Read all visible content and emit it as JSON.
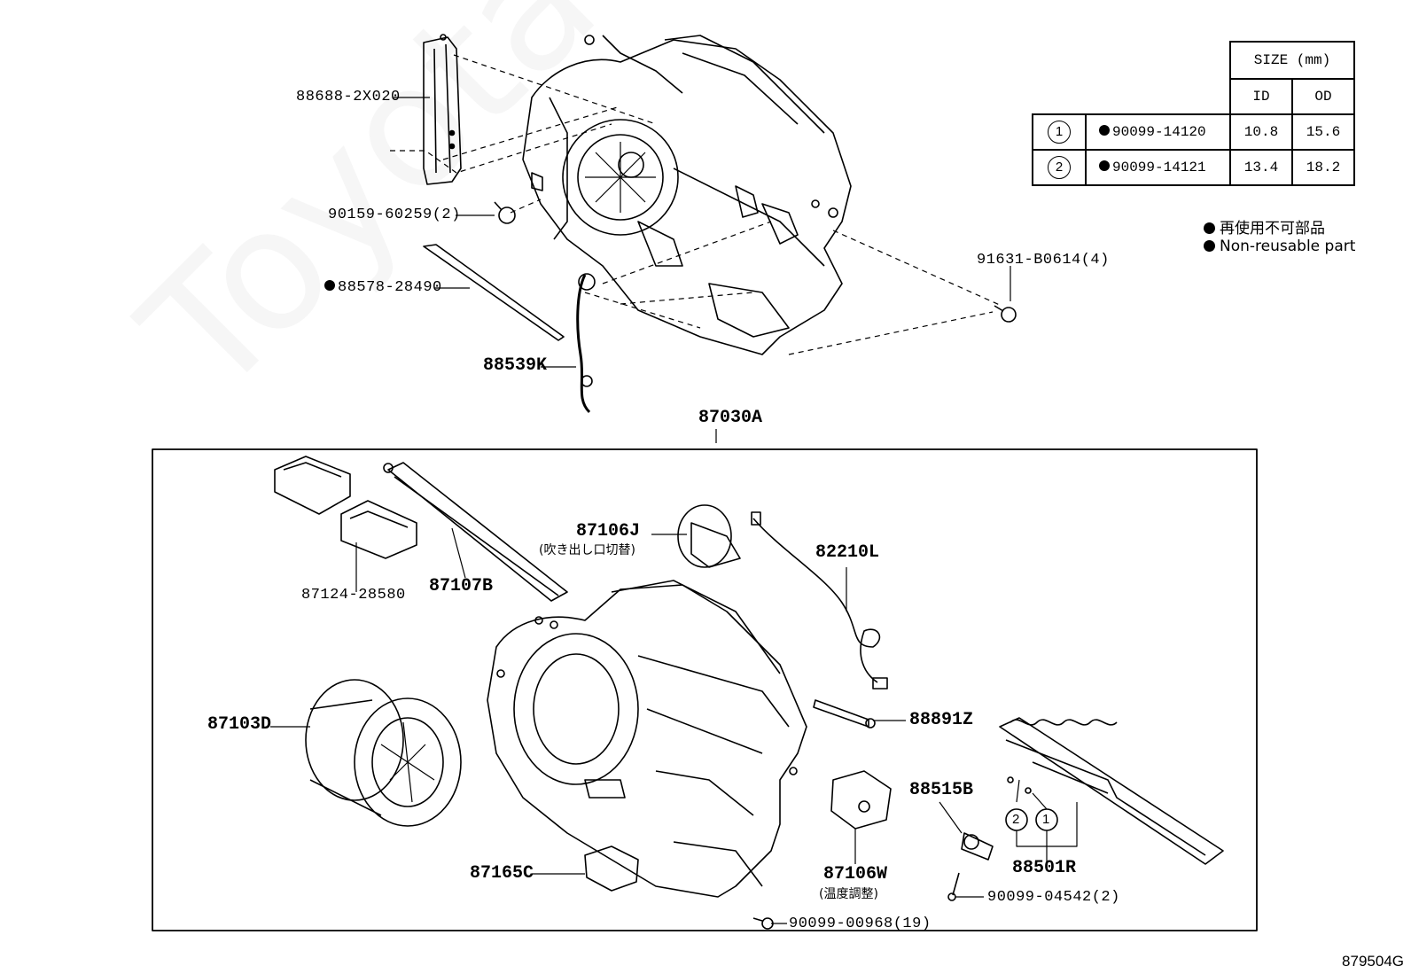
{
  "watermark": "ToyotaCarMine",
  "diagram_ref": "879504G",
  "size_table": {
    "header": "SIZE (mm)",
    "col_id": "ID",
    "col_od": "OD",
    "rows": [
      {
        "index": "1",
        "part": "90099-14120",
        "id": "10.8",
        "od": "15.6"
      },
      {
        "index": "2",
        "part": "90099-14121",
        "id": "13.4",
        "od": "18.2"
      }
    ]
  },
  "legend": {
    "jp": "再使用不可部品",
    "en": "Non-reusable part"
  },
  "parts": {
    "p88688": "88688-2X020",
    "p90159": "90159-60259(2)",
    "p88578": "88578-28490",
    "p88539": "88539K",
    "p91631": "91631-B0614(4)",
    "p87030": "87030A",
    "p87124": "87124-28580",
    "p87107": "87107B",
    "p87106j": "87106J",
    "p87106j_note": "(吹き出し口切替)",
    "p82210": "82210L",
    "p87103": "87103D",
    "p88891": "88891Z",
    "p88515": "88515B",
    "p88501": "88501R",
    "p87165": "87165C",
    "p87106w": "87106W",
    "p87106w_note": "(温度調整)",
    "p90099a": "90099-04542(2)",
    "p90099b": "90099-00968(19)",
    "callout1": "1",
    "callout2": "2"
  }
}
